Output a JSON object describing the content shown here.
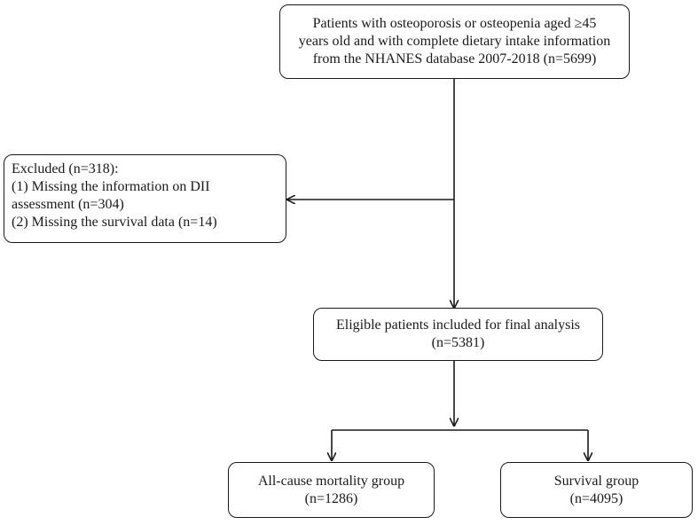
{
  "boxes": {
    "source": {
      "lines": [
        "Patients with osteoporosis or osteopenia aged ≥45",
        "years old and with complete dietary intake information",
        "from the NHANES database 2007-2018 (n=5699)"
      ]
    },
    "excluded": {
      "lines": [
        "Excluded (n=318):",
        "(1)  Missing the information on DII",
        "assessment (n=304)",
        "(2) Missing the survival data (n=14)"
      ]
    },
    "eligible": {
      "lines": [
        "Eligible patients included for final analysis",
        "(n=5381)"
      ]
    },
    "mortality": {
      "lines": [
        "All-cause mortality group",
        "(n=1286)"
      ]
    },
    "survival": {
      "lines": [
        "Survival group",
        "(n=4095)"
      ]
    }
  },
  "colors": {
    "stroke": "#1a1a1a",
    "background": "#ffffff"
  }
}
